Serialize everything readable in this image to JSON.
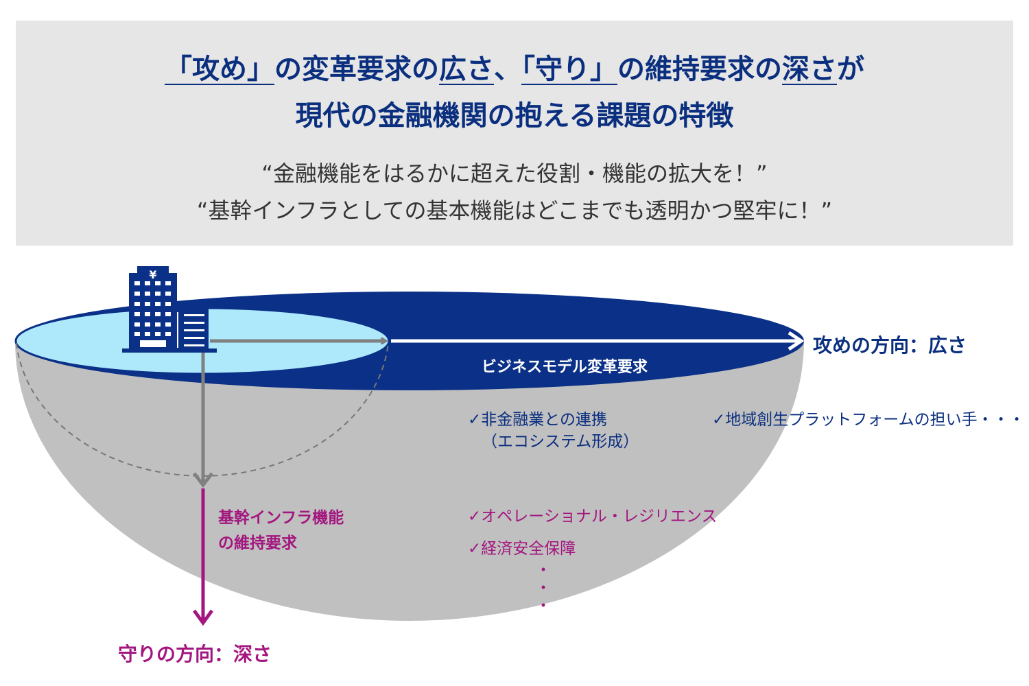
{
  "title": {
    "line1": [
      "「攻め」",
      "の変革要求の",
      "広さ",
      "、",
      "「守り」",
      "の維持要求の",
      "深さ",
      "が"
    ],
    "line2": "現代の金融機関の抱える課題の特徴"
  },
  "quotes": [
    "“金融機能をはるかに超えた役割・機能の拡大を！”",
    "“基幹インフラとしての基本機能はどこまでも透明かつ堅牢に！”"
  ],
  "diagram": {
    "offense_direction": "攻めの方向：広さ",
    "offense_label": "ビジネスモデル変革要求",
    "offense_items": [
      "非金融業との連携",
      "（エコシステム形成）",
      "地域創生プラットフォームの担い手・・・"
    ],
    "defense_label": [
      "基幹インフラ機能",
      "の維持要求"
    ],
    "defense_items": [
      "オペレーショナル・レジリエンス",
      "経済安全保障"
    ],
    "defense_direction": "守りの方向：深さ",
    "check": "✓",
    "colors": {
      "navy": "#0b3087",
      "light_blue": "#aee8fb",
      "bowl": "#c0c0c0",
      "magenta": "#a3167f"
    }
  }
}
